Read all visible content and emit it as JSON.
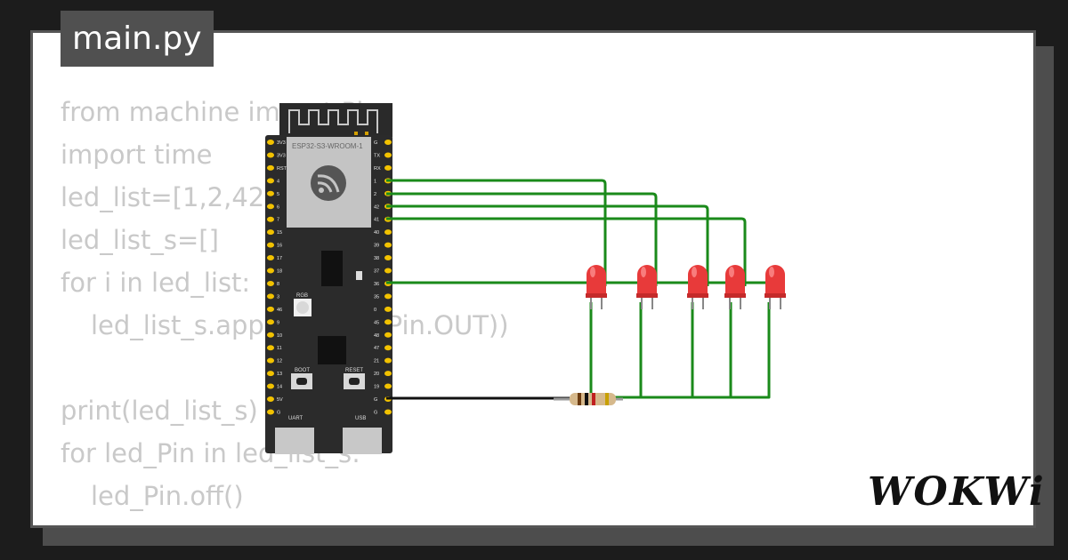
{
  "file_tab": {
    "label": "main.py"
  },
  "code": {
    "lines": [
      "from machine import Pin",
      "import time",
      "led_list=[1,2,42,41,36]",
      "led_list_s=[]",
      "for i in led_list:",
      "led_list_s.append(Pin(i,Pin.OUT))",
      "",
      "print(led_list_s)",
      "for led_Pin in led_list_s:",
      "led_Pin.off()"
    ]
  },
  "board": {
    "module_label": "ESP32-S3-WROOM-1",
    "left_pins": [
      "3V3",
      "3V3",
      "RST",
      "4",
      "5",
      "6",
      "7",
      "15",
      "16",
      "17",
      "18",
      "8",
      "3",
      "46",
      "9",
      "10",
      "11",
      "12",
      "13",
      "14",
      "5V",
      "G"
    ],
    "right_pins": [
      "G",
      "TX",
      "RX",
      "1",
      "2",
      "42",
      "41",
      "40",
      "39",
      "38",
      "37",
      "36",
      "35",
      "0",
      "45",
      "48",
      "47",
      "21",
      "20",
      "19",
      "G",
      "G"
    ],
    "rgb_label": "RGB",
    "boot_label": "BOOT",
    "reset_label": "RESET",
    "uart_label": "UART",
    "usb_label": "USB"
  },
  "colors": {
    "wire": "#1a8a1a",
    "gnd_wire": "#111111",
    "led": "#e83a3a",
    "board": "#2b2b2b",
    "pin": "#f2c200"
  },
  "leds": {
    "count": 5
  },
  "logo": {
    "text": "WOKWi"
  }
}
